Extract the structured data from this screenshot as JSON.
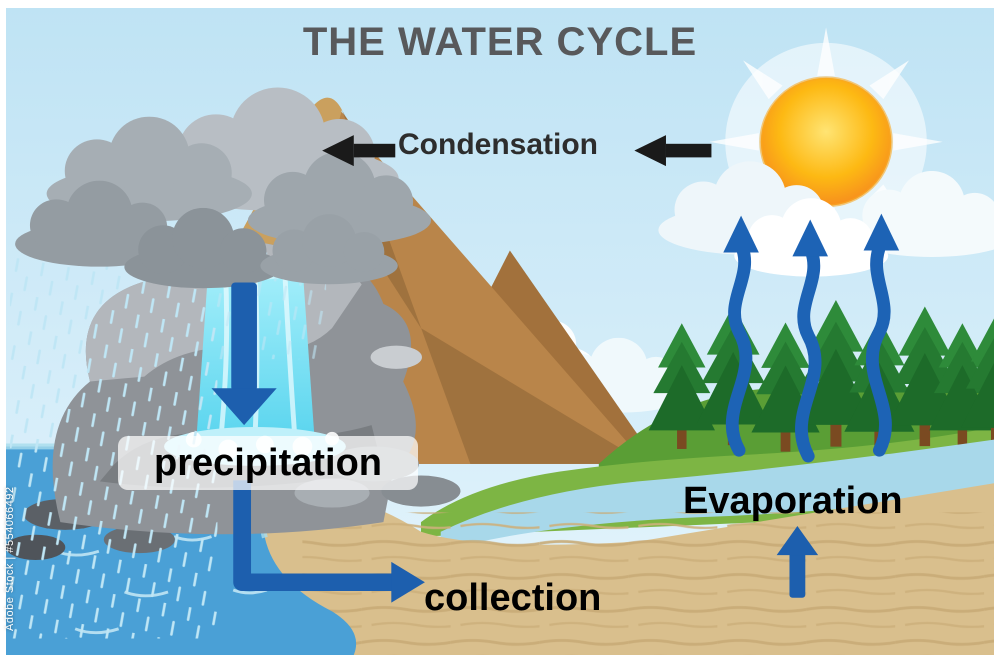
{
  "title": "THE WATER CYCLE",
  "labels": {
    "condensation": "Condensation",
    "precipitation": "precipitation",
    "evaporation": "Evaporation",
    "collection": "collection"
  },
  "watermark": {
    "text": "Adobe Stock | #554066492"
  },
  "colors": {
    "title": "#58595b",
    "label": "#000000",
    "arrow_blue": "#1d5fae",
    "arrow_black": "#1a1a1a",
    "sky": "#c7e8f6",
    "sun": "#f7941d",
    "mountain": "#b9854a",
    "rock": "#8f9398",
    "waterfall": "#7fe3f2",
    "grass": "#7db544",
    "water": "#4aa0d6",
    "sand": "#d9bf8d"
  }
}
